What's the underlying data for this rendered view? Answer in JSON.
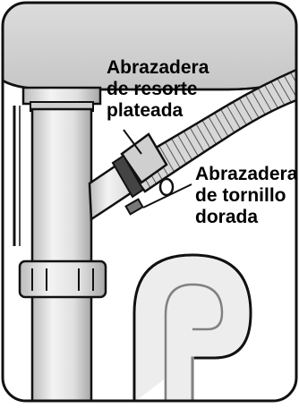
{
  "labels": {
    "spring_clamp": [
      "Abrazadera",
      "de resorte",
      "plateada"
    ],
    "screw_clamp": [
      "Abrazadera",
      "de tornillo",
      "dorada"
    ]
  },
  "colors": {
    "outline": "#111111",
    "background": "#ffffff",
    "sink_gray": "#d2d2d2",
    "pipe_light": "#e4e4e4",
    "pipe_shadow": "#a9a9a9",
    "hose_gray": "#bdbdbd"
  }
}
